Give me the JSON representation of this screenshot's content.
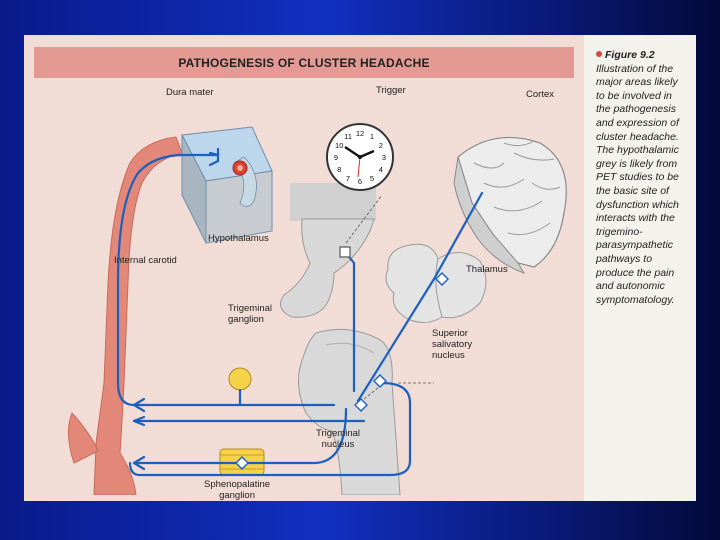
{
  "figure": {
    "title": "PATHOGENESIS OF CLUSTER HEADACHE",
    "labels": {
      "dura_mater": "Dura mater",
      "trigger": "Trigger",
      "cortex": "Cortex",
      "hypothalamus": "Hypothalamus",
      "internal_carotid": "Internal carotid",
      "thalamus": "Thalamus",
      "trigeminal_ganglion": [
        "Trigeminal",
        "ganglion"
      ],
      "superior_salivatory_nucleus": [
        "Superior",
        "salivatory",
        "nucleus"
      ],
      "trigeminal_nucleus": [
        "Trigeminal",
        "nucleus"
      ],
      "sphenopalatine_ganglion": [
        "Sphenopalatine",
        "ganglion"
      ]
    },
    "clock_numbers": [
      "12",
      "1",
      "2",
      "3",
      "4",
      "5",
      "6",
      "7",
      "8",
      "9",
      "10",
      "11"
    ]
  },
  "caption": {
    "figure_number": "Figure 9.2",
    "lines": [
      "Illustration of the",
      "major areas likely",
      "to be involved in",
      "the pathogenesis",
      "and expression of",
      "cluster headache.",
      "The hypothalamic",
      "grey is likely from",
      "PET studies to be",
      "the basic site of",
      "dysfunction which",
      "interacts with the",
      "trigemino-",
      "parasympathetic",
      "pathways to",
      "produce the pain",
      "and autonomic",
      "symptomatology."
    ]
  },
  "colors": {
    "figure_background": "#f1dcd6",
    "title_bar": "#e29a93",
    "nerve_pathway": "#1b5fc0",
    "artery": "#e38878",
    "brain_grey": "#d9d9d9",
    "ganglion_yellow": "#f5d24a",
    "figure_dot": "#d8453c"
  }
}
